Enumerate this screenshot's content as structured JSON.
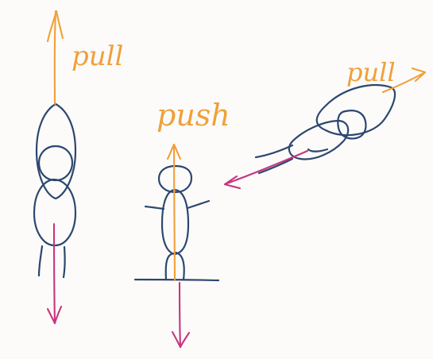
{
  "labels": {
    "left_force": "pull",
    "middle_force": "push",
    "right_force": "pull"
  },
  "colors": {
    "body_ink": "#2c4770",
    "upward_force": "#f0a03a",
    "downward_force": "#c6367f",
    "background": "#fcfbf9"
  }
}
